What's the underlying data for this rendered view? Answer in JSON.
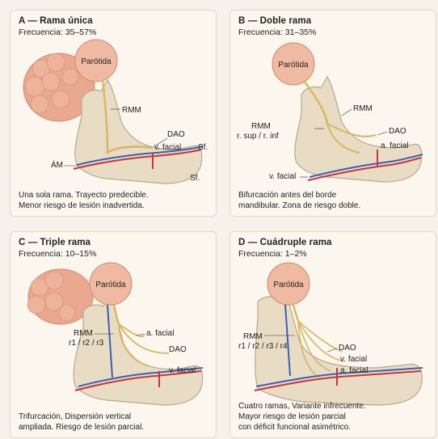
{
  "panels": [
    {
      "id": "A",
      "title": "A — Rama única",
      "frequency": "Frecuencia: 35–57%",
      "labels": {
        "parotid": "Parótida",
        "rmm": "RMM",
        "dao": "DAO",
        "facial_vein": "v. facial",
        "am": "ÁM",
        "sf1": "Sf.",
        "sf2": "Sf."
      },
      "caption": [
        "Una sola rama. Trayecto predecible.",
        "Menor riesgo de lesión inadvertida."
      ]
    },
    {
      "id": "B",
      "title": "B — Doble rama",
      "frequency": "Frecuencia: 31–35%",
      "labels": {
        "parotid": "Parótida",
        "rmm_right": "RMM",
        "rmm_left": "RMM",
        "rmm_branches": "r. sup / r. inf",
        "dao": "DAO",
        "facial_artery": "a. facial",
        "facial_vein": "v. facial"
      },
      "caption": [
        "Bifurcación antes del borde",
        "mandibular. Zona de riesgo doble."
      ]
    },
    {
      "id": "C",
      "title": "C — Triple rama",
      "frequency": "Frecuencia: 10–15%",
      "labels": {
        "parotid": "Parótida",
        "rmm": "RMM",
        "rmm_branches": "r1 / r2 / r3",
        "facial_artery": "a. facial",
        "dao": "DAO",
        "facial_vein": "v. facial"
      },
      "caption": [
        "Trifurcación, Dispersión vertical",
        "ampliada. Riesgo de lesión parcial."
      ]
    },
    {
      "id": "D",
      "title": "D — Cuádruple rama",
      "frequency": "Frecuencia: 1–2%",
      "labels": {
        "parotid": "Parótida",
        "rmm": "RMM",
        "rmm_branches": "r1 / r2 / r3 / r4",
        "dao": "DAO",
        "facial_vein": "v. facial",
        "facial_artery": "a. facial"
      },
      "caption": [
        "Cuatro ramas, Variante infrecuente.",
        "Mayor riesgo de lesión parcial",
        "con déficit funcional asimétrico."
      ]
    }
  ],
  "colors": {
    "bone": "#e8dcc4",
    "parotid": "#f0b9a2",
    "gland": "#e9a88f",
    "nerve": "#d9b560",
    "artery": "#c8353a",
    "vein": "#3a5fb8"
  }
}
